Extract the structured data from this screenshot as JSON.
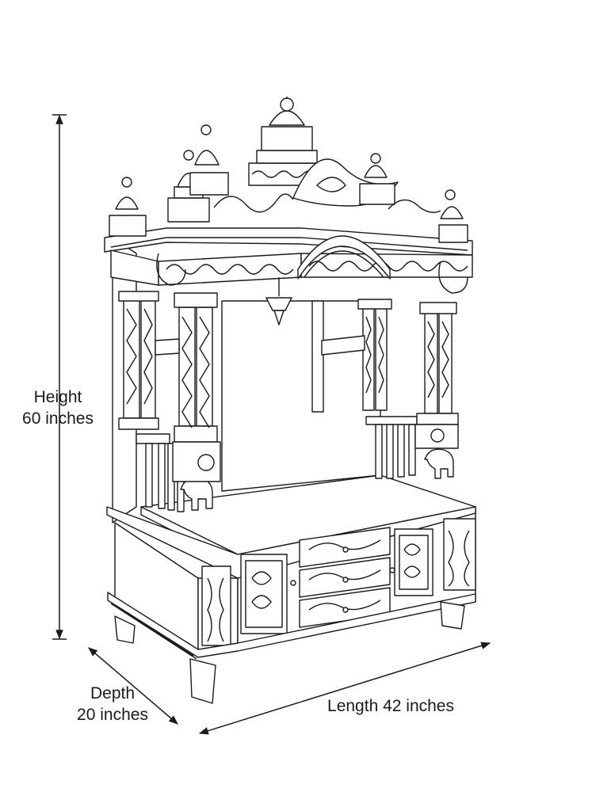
{
  "dimensions": {
    "height": {
      "name": "Height",
      "value": "60 inches"
    },
    "depth": {
      "name": "Depth",
      "value": "20 inches"
    },
    "length": {
      "text": "Length 42 inches"
    }
  },
  "colors": {
    "line": "#1a1a1a",
    "background": "#ffffff"
  }
}
